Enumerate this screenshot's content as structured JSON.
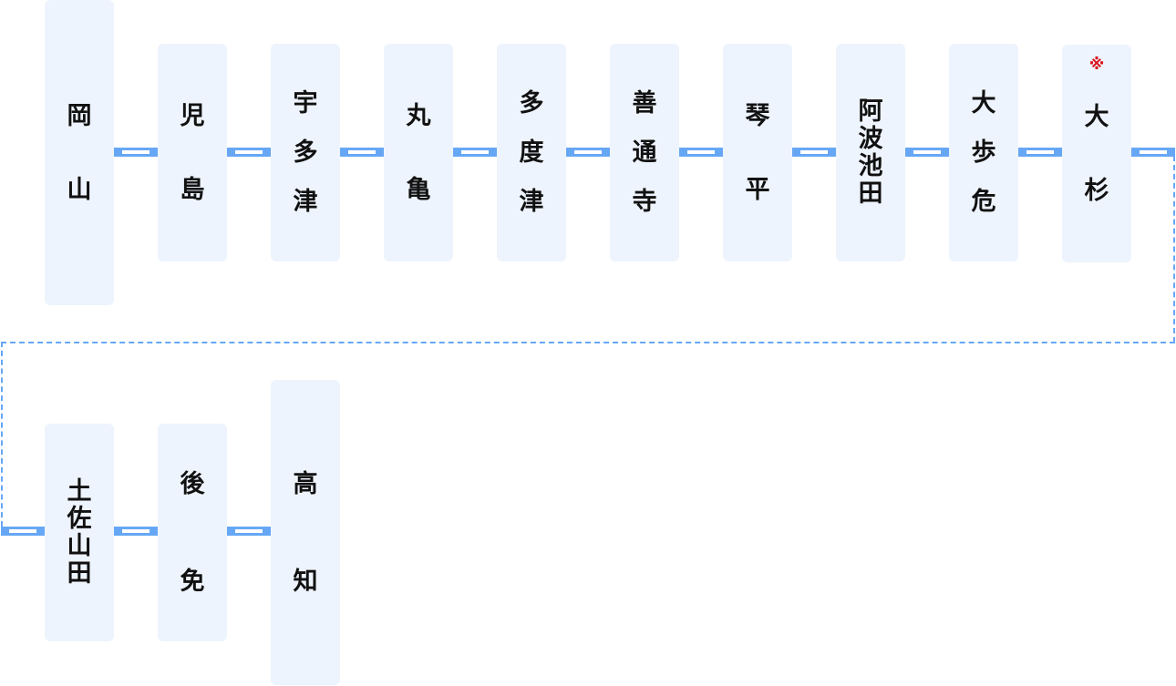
{
  "note_mark": "※",
  "row1": [
    {
      "id": "okayama",
      "chars": [
        "岡",
        "山"
      ],
      "kind": "terminal"
    },
    {
      "id": "kojima",
      "chars": [
        "児",
        "島"
      ],
      "kind": "stop"
    },
    {
      "id": "utazu",
      "chars": [
        "宇",
        "多",
        "津"
      ],
      "kind": "stop"
    },
    {
      "id": "marugame",
      "chars": [
        "丸",
        "亀"
      ],
      "kind": "stop"
    },
    {
      "id": "tadotsu",
      "chars": [
        "多",
        "度",
        "津"
      ],
      "kind": "stop"
    },
    {
      "id": "zentsuji",
      "chars": [
        "善",
        "通",
        "寺"
      ],
      "kind": "stop"
    },
    {
      "id": "kotohira",
      "chars": [
        "琴",
        "平"
      ],
      "kind": "stop"
    },
    {
      "id": "awaikeda",
      "chars": [
        "阿",
        "波",
        "池",
        "田"
      ],
      "kind": "stop"
    },
    {
      "id": "oboke",
      "chars": [
        "大",
        "歩",
        "危"
      ],
      "kind": "stop"
    },
    {
      "id": "osugi",
      "chars": [
        "大",
        "杉"
      ],
      "kind": "stop",
      "marked": true
    }
  ],
  "row2": [
    {
      "id": "tosayamada",
      "chars": [
        "土",
        "佐",
        "山",
        "田"
      ],
      "kind": "stop"
    },
    {
      "id": "gomen",
      "chars": [
        "後",
        "免"
      ],
      "kind": "stop"
    },
    {
      "id": "kochi",
      "chars": [
        "高",
        "知"
      ],
      "kind": "terminal"
    }
  ],
  "colors": {
    "box": "#eef4fd",
    "track": "#66a7f5",
    "text": "#111111",
    "mark": "#d9121c"
  }
}
